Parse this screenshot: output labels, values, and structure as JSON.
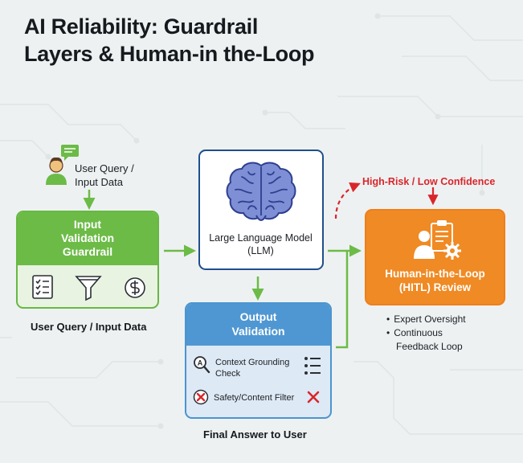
{
  "title": {
    "line1": "AI Reliability: Guardrail",
    "line2": "Layers & Human-in the-Loop"
  },
  "user": {
    "label_line1": "User Query /",
    "label_line2": "Input Data",
    "icons": [
      "user-icon",
      "chat-bubble-icon"
    ]
  },
  "input_guardrail": {
    "title_line1": "Input",
    "title_line2": "Validation",
    "title_line3": "Guardrail",
    "icons": [
      "checklist-icon",
      "funnel-icon",
      "shield-coin-icon"
    ],
    "caption": "User Query / Input Data"
  },
  "llm": {
    "label_line1": "Large Language Model",
    "label_line2": "(LLM)",
    "icon": "brain-icon"
  },
  "output_validation": {
    "title_line1": "Output",
    "title_line2": "Validation",
    "checks": [
      {
        "label_line1": "Context Grounding",
        "label_line2": "Check",
        "icon": "magnifier-icon",
        "side_icon": "list-icon"
      },
      {
        "label": "Safety/Content Filter",
        "icon": "x-circle-icon",
        "side_icon": "x-icon"
      }
    ],
    "caption": "Final Answer to User"
  },
  "hitl": {
    "risk_label": "High-Risk / Low Confidence",
    "title_line1": "Human-in-the-Loop",
    "title_line2": "(HITL) Review",
    "icon": "reviewer-clipboard-gear-icon",
    "bullets": [
      "Expert Oversight",
      "Continuous"
    ],
    "bullet_continuation": "Feedback Loop"
  },
  "colors": {
    "green": "#6cbb47",
    "navy": "#1e4f8c",
    "blue": "#4f97d2",
    "orange": "#f08a24",
    "red": "#d9262b"
  }
}
